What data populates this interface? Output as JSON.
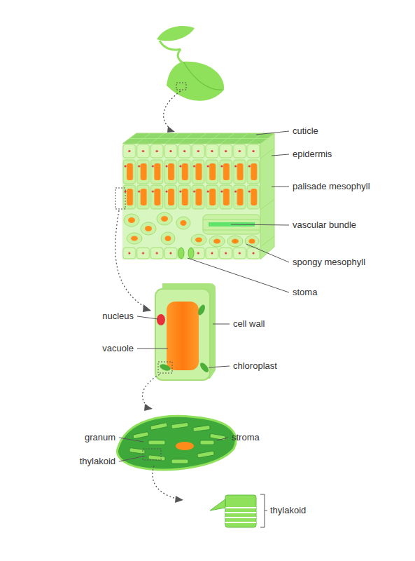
{
  "diagram": {
    "labels": [
      "cuticle",
      "epidermis",
      "palisade mesophyll",
      "vascular bundle",
      "spongy mesophyll",
      "stoma",
      "nucleus",
      "cell wall",
      "vacuole",
      "chloroplast",
      "granum",
      "stroma",
      "thylakoid",
      "thylakoid"
    ]
  }
}
